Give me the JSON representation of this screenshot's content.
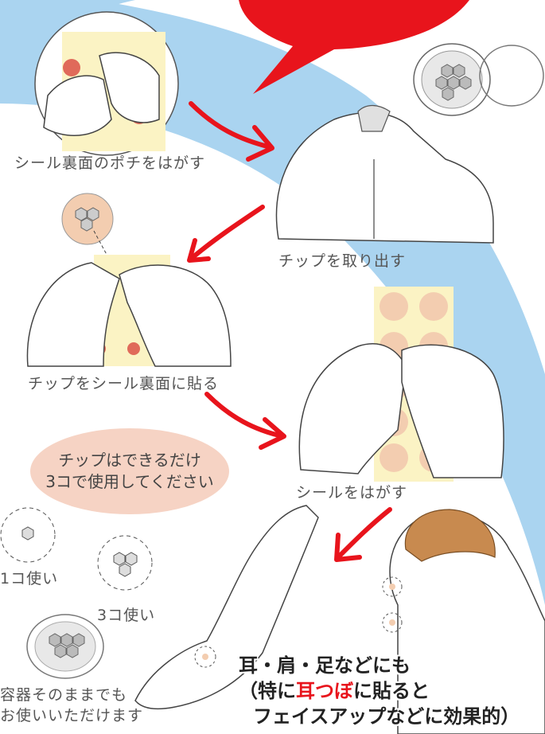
{
  "steps": {
    "peel_back": "シール裏面のポチをはがす",
    "take_out": "チップを取り出す",
    "stick_chip": "チップをシール裏面に貼る",
    "peel_seal": "シールをはがす"
  },
  "note": {
    "line1": "チップはできるだけ",
    "line2": "3コで使用してください"
  },
  "usage": {
    "one": "1コ使い",
    "three": "3コ使い",
    "container_line1": "容器そのままでも",
    "container_line2": "お使いいただけます"
  },
  "effect": {
    "line1": "耳・肩・足などにも",
    "line2_prefix": "（特に",
    "line2_highlight": "耳つぼ",
    "line2_suffix": "に貼ると",
    "line3": "フェイスアップなどに効果的）"
  },
  "colors": {
    "sky_band": "#aad4f0",
    "arrow_red": "#e8141c",
    "seal_yellow": "#fbf3c4",
    "seal_dot": "#f3cdb0",
    "skin": "#ffffff",
    "hair": "#c88a4f",
    "note_bg": "#f6d3c4"
  }
}
